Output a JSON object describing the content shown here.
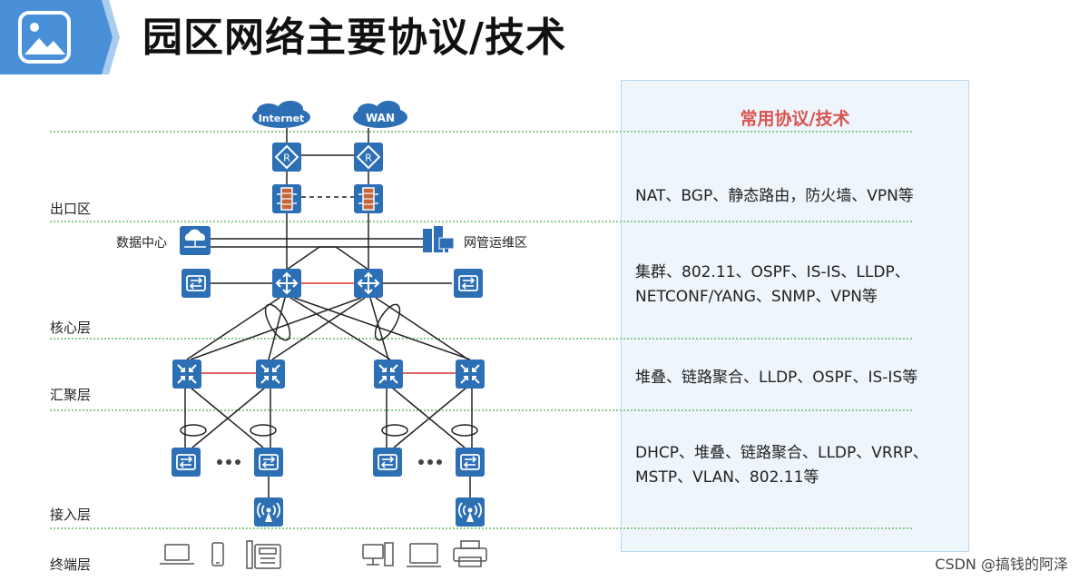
{
  "title": "园区网络主要协议/技术",
  "panel": {
    "header": "常用协议/技术",
    "rows": [
      "NAT、BGP、静态路由，防火墙、VPN等",
      "集群、802.11、OSPF、IS-IS、LLDP、",
      "NETCONF/YANG、SNMP、VPN等",
      "堆叠、链路聚合、LLDP、OSPF、IS-IS等",
      "DHCP、堆叠、链路聚合、LLDP、VRRP、",
      "MSTP、VLAN、802.11等"
    ]
  },
  "layers": {
    "exit": "出口区",
    "core": "核心层",
    "aggregation": "汇聚层",
    "access": "接入层",
    "terminal": "终端层"
  },
  "clouds": {
    "internet": "Internet",
    "wan": "WAN"
  },
  "side_labels": {
    "datacenter": "数据中心",
    "nms": "网管运维区"
  },
  "watermark": "CSDN @搞钱的阿泽",
  "colors": {
    "device_blue": "#2d6fb5",
    "accent_red": "#d9534f",
    "layer_line": "#8cc98f",
    "panel_bg": "#eef5fb"
  },
  "icons": [
    "picture-icon",
    "router-icon",
    "firewall-icon",
    "core-switch-icon",
    "aggregation-switch-icon",
    "access-switch-icon",
    "wireless-ap-icon",
    "server-icon",
    "laptop-icon",
    "phone-icon",
    "ip-phone-icon",
    "desktop-icon",
    "monitor-icon",
    "printer-icon"
  ]
}
